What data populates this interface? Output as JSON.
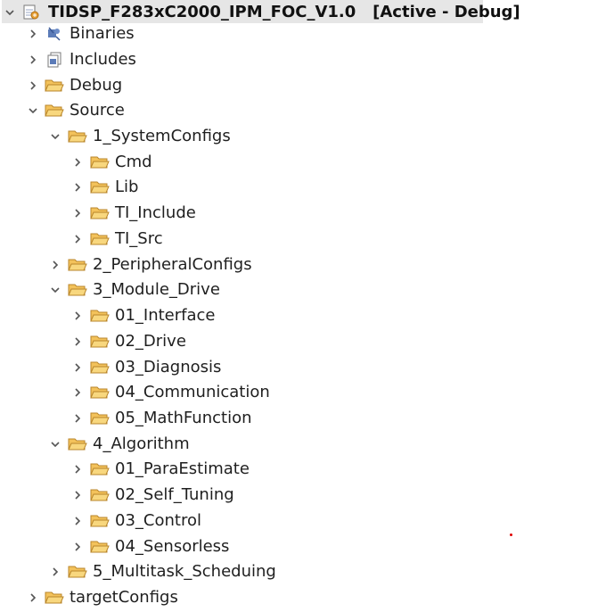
{
  "project": {
    "name": "TIDSP_F283xC2000_IPM_FOC_V1.0",
    "status": "[Active - Debug]"
  },
  "tree": [
    {
      "label": "Binaries",
      "icon": "binaries-icon",
      "expanded": false
    },
    {
      "label": "Includes",
      "icon": "includes-icon",
      "expanded": false
    },
    {
      "label": "Debug",
      "icon": "folder-icon",
      "expanded": false
    },
    {
      "label": "Source",
      "icon": "folder-icon",
      "expanded": true
    },
    {
      "label": "1_SystemConfigs",
      "icon": "folder-icon",
      "expanded": true
    },
    {
      "label": "Cmd",
      "icon": "folder-icon",
      "expanded": false
    },
    {
      "label": "Lib",
      "icon": "folder-icon",
      "expanded": false
    },
    {
      "label": "TI_Include",
      "icon": "folder-icon",
      "expanded": false
    },
    {
      "label": "TI_Src",
      "icon": "folder-icon",
      "expanded": false
    },
    {
      "label": "2_PeripheralConfigs",
      "icon": "folder-icon",
      "expanded": false
    },
    {
      "label": "3_Module_Drive",
      "icon": "folder-icon",
      "expanded": true
    },
    {
      "label": "01_Interface",
      "icon": "folder-icon",
      "expanded": false
    },
    {
      "label": "02_Drive",
      "icon": "folder-icon",
      "expanded": false
    },
    {
      "label": "03_Diagnosis",
      "icon": "folder-icon",
      "expanded": false
    },
    {
      "label": "04_Communication",
      "icon": "folder-icon",
      "expanded": false
    },
    {
      "label": "05_MathFunction",
      "icon": "folder-icon",
      "expanded": false
    },
    {
      "label": "4_Algorithm",
      "icon": "folder-icon",
      "expanded": true
    },
    {
      "label": "01_ParaEstimate",
      "icon": "folder-icon",
      "expanded": false
    },
    {
      "label": "02_Self_Tuning",
      "icon": "folder-icon",
      "expanded": false
    },
    {
      "label": "03_Control",
      "icon": "folder-icon",
      "expanded": false
    },
    {
      "label": "04_Sensorless",
      "icon": "folder-icon",
      "expanded": false
    },
    {
      "label": "5_Multitask_Scheduing",
      "icon": "folder-icon",
      "expanded": false
    },
    {
      "label": "targetConfigs",
      "icon": "folder-icon",
      "expanded": false
    }
  ],
  "colors": {
    "folder_body": "#f3c25b",
    "folder_edge": "#b9862b",
    "chevron": "#555555",
    "selection": "#e6e6e6"
  }
}
